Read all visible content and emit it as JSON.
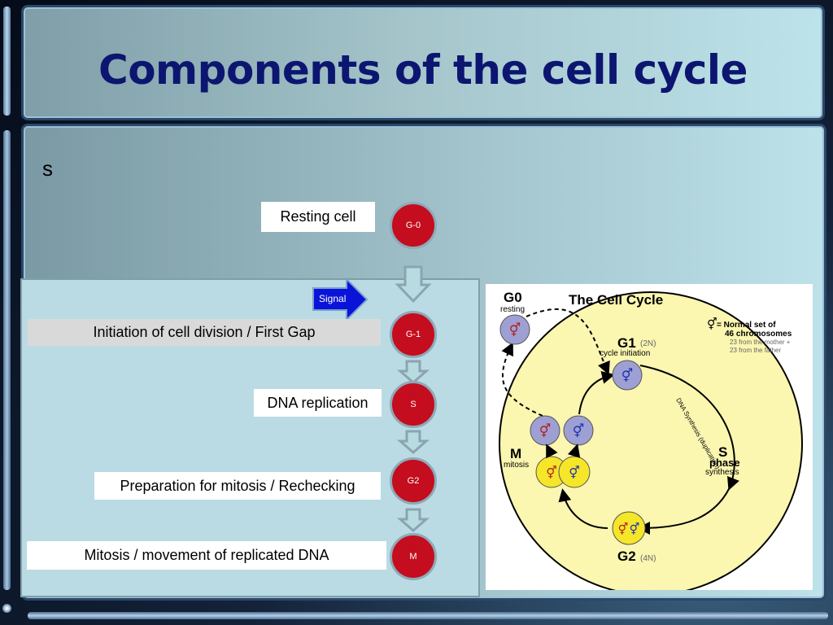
{
  "slide": {
    "title": "Components of the cell cycle",
    "bullet": "s"
  },
  "flow": {
    "signal_label": "Signal",
    "nodes": [
      {
        "id": "g0",
        "label": "G-0",
        "description": "Resting cell"
      },
      {
        "id": "g1",
        "label": "G-1",
        "description": "Initiation of cell division / First Gap"
      },
      {
        "id": "s",
        "label": "S",
        "description": "DNA replication"
      },
      {
        "id": "g2",
        "label": "G2",
        "description": "Preparation for mitosis / Rechecking"
      },
      {
        "id": "m",
        "label": "M",
        "description": "Mitosis / movement of replicated DNA"
      }
    ]
  },
  "figure": {
    "title": "The Cell Cycle",
    "g0_label": "G0",
    "g0_sub": "resting",
    "g1_label": "G1",
    "g1_ploidy": "(2N)",
    "g1_sub": "cycle initiation",
    "s_label": "S",
    "s_sub1": "phase",
    "s_sub2": "synthesis",
    "dna_synthesis": "DNA Synthesis (duplication)",
    "g2_label": "G2",
    "g2_ploidy": "(4N)",
    "m_label": "M",
    "m_sub": "mitosis",
    "legend_line1": "= Normal set of",
    "legend_line2": "46 chromosomes",
    "legend_line3": "23 from the mother +",
    "legend_line4": "23 from the father",
    "symbol": "⚥"
  },
  "colors": {
    "title": "#0c1670",
    "node": "#c40d1e",
    "signal": "#0a14d8",
    "cycle_fill": "#fbf6b0",
    "cell_purple": "#9ea0d4",
    "cell_yellow": "#f5e62a"
  }
}
